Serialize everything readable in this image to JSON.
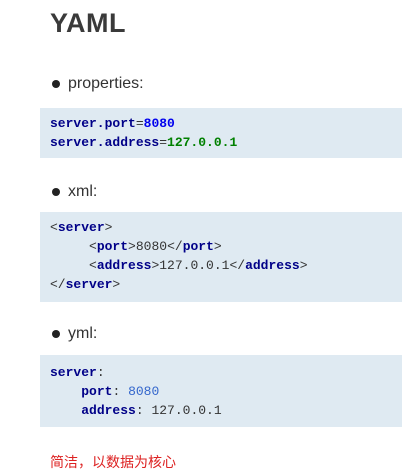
{
  "title": "YAML",
  "sections": [
    {
      "label": "properties:"
    },
    {
      "label": "xml:"
    },
    {
      "label": "yml:"
    }
  ],
  "properties_code": {
    "line1_key": "server.port",
    "line1_eq": "=",
    "line1_val": "8080",
    "line2_key": "server.address",
    "line2_eq": "=",
    "line2_val": "127.0.0.1"
  },
  "xml_code": {
    "open_lt": "<",
    "server": "server",
    "open_gt": ">",
    "port": "port",
    "port_val": "8080",
    "address": "address",
    "address_val": "127.0.0.1",
    "close_lt": "</"
  },
  "yml_code": {
    "server_key": "server",
    "colon": ":",
    "port_key": "port",
    "port_val": "8080",
    "address_key": "address",
    "address_val": "127.0.0.1"
  },
  "footer": "简洁，以数据为核心"
}
